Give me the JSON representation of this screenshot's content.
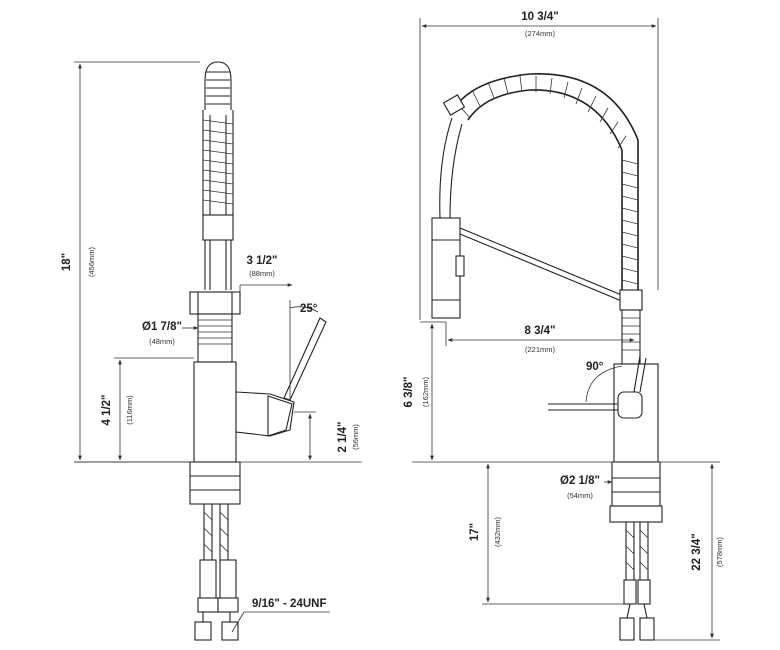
{
  "dimensions": {
    "overall_height": {
      "imperial": "18\"",
      "metric": "(456mm)"
    },
    "spout_reach_side": {
      "imperial": "3 1/2\"",
      "metric": "(88mm)"
    },
    "handle_angle": {
      "imperial": "25°"
    },
    "base_diameter": {
      "imperial": "Ø1 7/8\"",
      "metric": "(48mm)"
    },
    "body_height": {
      "imperial": "4 1/2\"",
      "metric": "(116mm)"
    },
    "handle_height": {
      "imperial": "2 1/4\"",
      "metric": "(56mm)"
    },
    "connection": {
      "imperial": "9/16\" - 24UNF"
    },
    "overall_width": {
      "imperial": "10 3/4\"",
      "metric": "(274mm)"
    },
    "spout_reach": {
      "imperial": "8 3/4\"",
      "metric": "(221mm)"
    },
    "handle_rotation": {
      "imperial": "90°"
    },
    "spout_clearance": {
      "imperial": "6 3/8\"",
      "metric": "(162mm)"
    },
    "shank_diameter": {
      "imperial": "Ø2 1/8\"",
      "metric": "(54mm)"
    },
    "supply_line_length": {
      "imperial": "17\"",
      "metric": "(432mm)"
    },
    "total_below_deck": {
      "imperial": "22 3/4\"",
      "metric": "(578mm)"
    }
  }
}
